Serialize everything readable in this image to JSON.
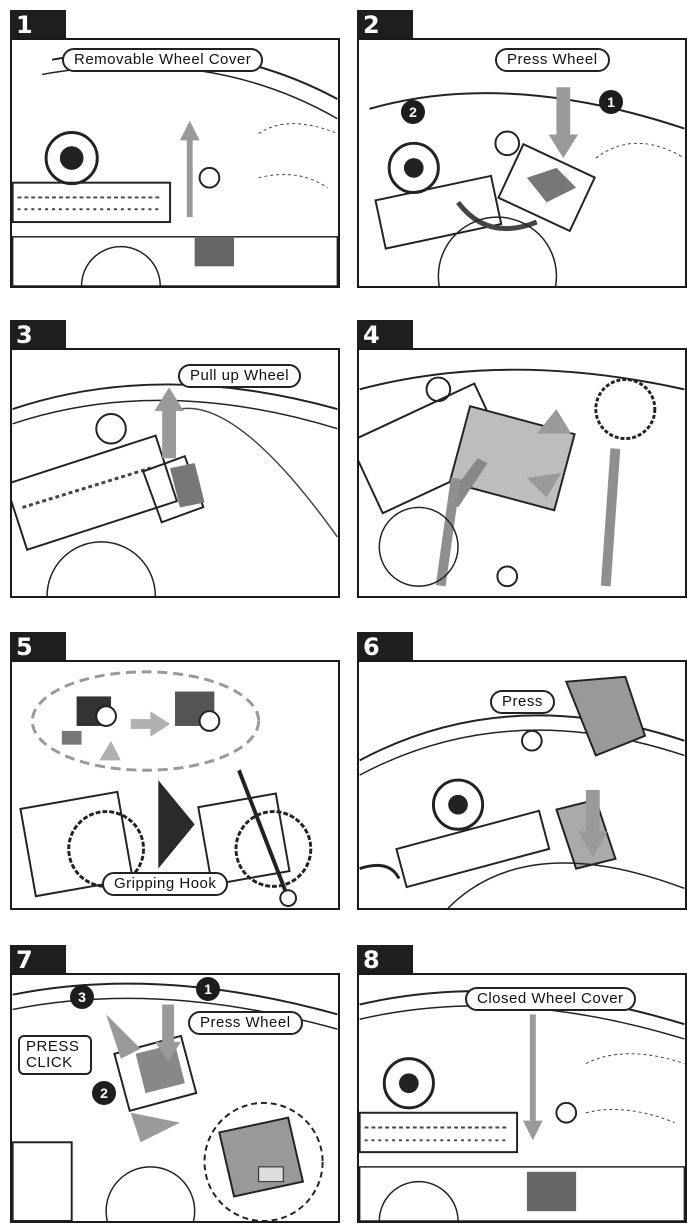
{
  "steps": [
    {
      "number": "1",
      "labels": [
        "Removable Wheel Cover"
      ]
    },
    {
      "number": "2",
      "labels": [
        "Press Wheel"
      ],
      "markers": [
        "2",
        "1"
      ]
    },
    {
      "number": "3",
      "labels": [
        "Pull up Wheel"
      ]
    },
    {
      "number": "4",
      "labels": []
    },
    {
      "number": "5",
      "labels": [
        "Gripping Hook"
      ]
    },
    {
      "number": "6",
      "labels": [
        "Press"
      ]
    },
    {
      "number": "7",
      "labels": [
        "Press Wheel",
        "PRESS CLICK"
      ],
      "markers": [
        "3",
        "1",
        "2"
      ]
    },
    {
      "number": "8",
      "labels": [
        "Closed Wheel Cover"
      ]
    }
  ],
  "colors": {
    "ink": "#1a1a1a",
    "arrow_gray": "#9a9a9a",
    "badge": "#1e1e1e",
    "hatch": "#555555"
  },
  "icons": [
    "arrow-up-icon",
    "arrow-down-icon",
    "arrow-right-icon",
    "triangle-right-icon"
  ]
}
